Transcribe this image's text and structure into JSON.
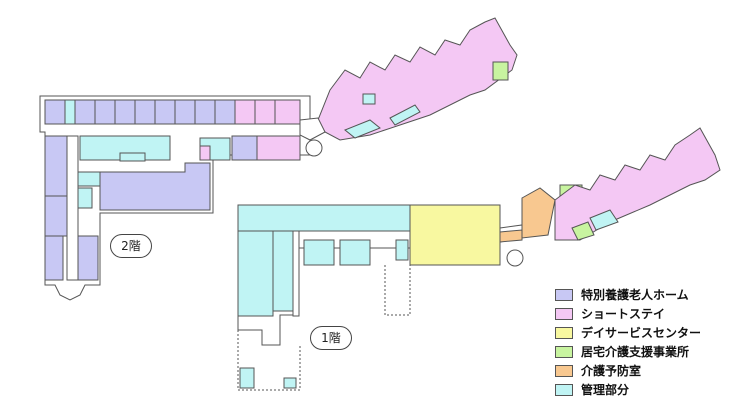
{
  "floors": {
    "second": {
      "label": "2階"
    },
    "first": {
      "label": "1階"
    }
  },
  "legend": [
    {
      "label": "特別養護老人ホーム",
      "color": "#c8c8f4"
    },
    {
      "label": "ショートステイ",
      "color": "#f4c8f4"
    },
    {
      "label": "デイサービスセンター",
      "color": "#f8f8a0"
    },
    {
      "label": "居宅介護支援事業所",
      "color": "#c8f4a0"
    },
    {
      "label": "介護予防室",
      "color": "#f8c890"
    },
    {
      "label": "管理部分",
      "color": "#c0f4f4"
    }
  ],
  "colors": {
    "special": "#c8c8f4",
    "short": "#f4c8f4",
    "day": "#f8f8a0",
    "care": "#c8f4a0",
    "prevent": "#f8c890",
    "admin": "#c0f4f4",
    "wall": "#555555"
  }
}
